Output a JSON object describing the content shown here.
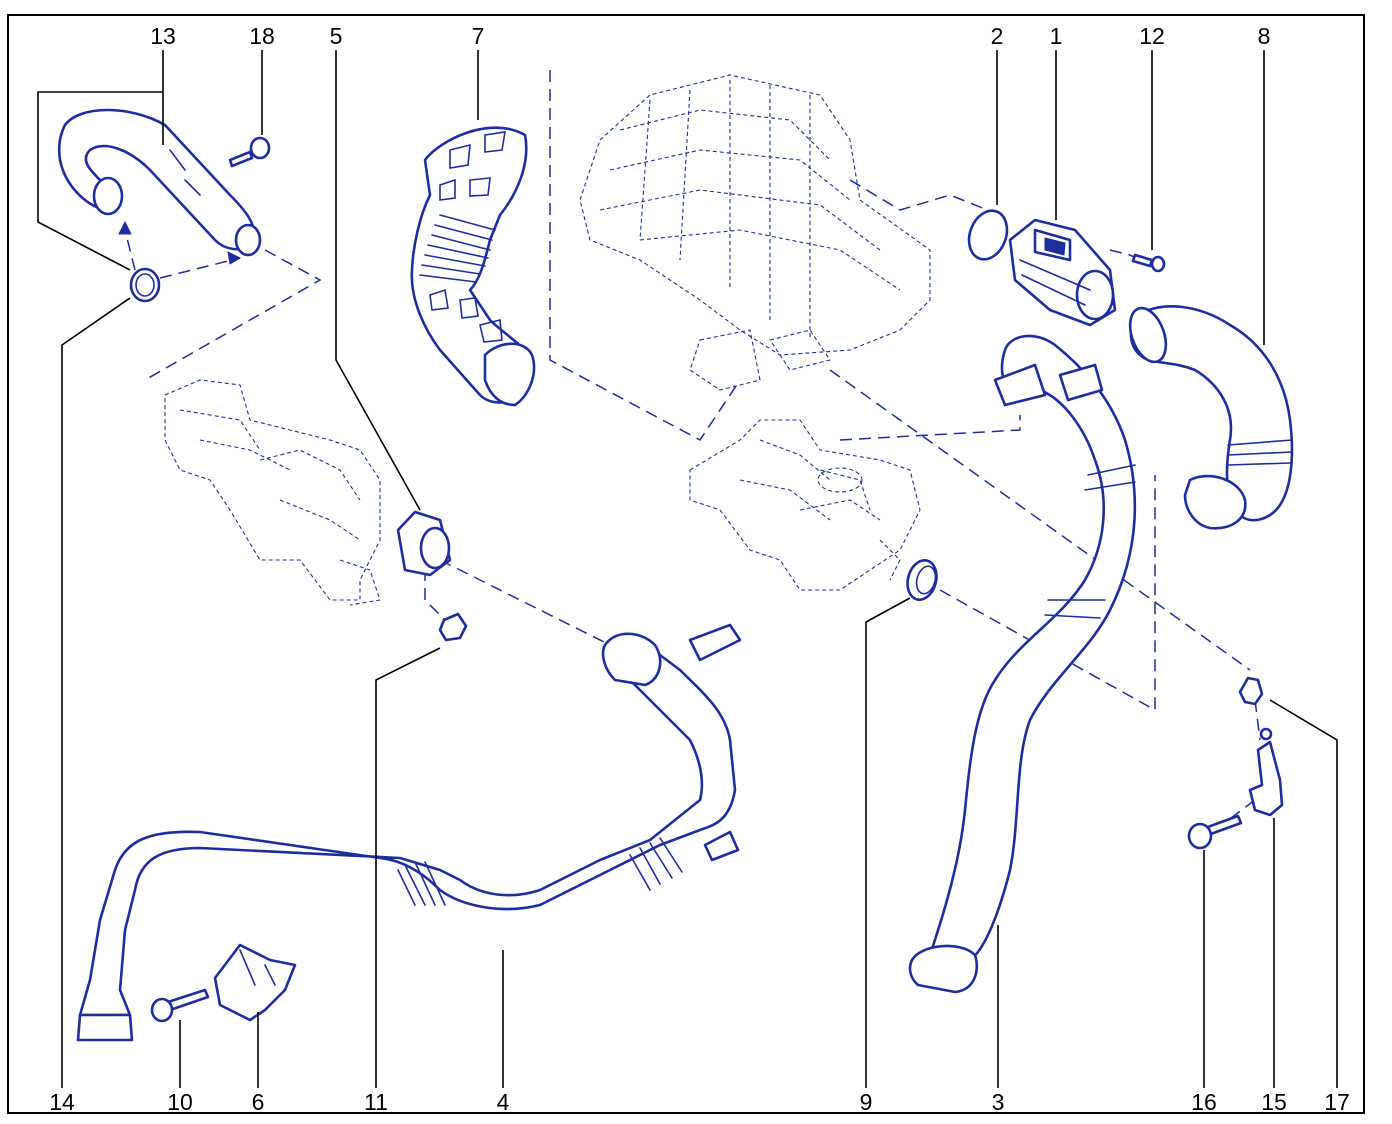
{
  "diagram": {
    "colors": {
      "parts": "#1e2d9c",
      "labels": "#000000",
      "frame": "#000000"
    },
    "callouts": [
      {
        "id": "c13",
        "text": "13"
      },
      {
        "id": "c18",
        "text": "18"
      },
      {
        "id": "c5",
        "text": "5"
      },
      {
        "id": "c7",
        "text": "7"
      },
      {
        "id": "c2",
        "text": "2"
      },
      {
        "id": "c1",
        "text": "1"
      },
      {
        "id": "c12",
        "text": "12"
      },
      {
        "id": "c8",
        "text": "8"
      },
      {
        "id": "c14",
        "text": "14"
      },
      {
        "id": "c10",
        "text": "10"
      },
      {
        "id": "c6",
        "text": "6"
      },
      {
        "id": "c11",
        "text": "11"
      },
      {
        "id": "c4",
        "text": "4"
      },
      {
        "id": "c9",
        "text": "9"
      },
      {
        "id": "c3",
        "text": "3"
      },
      {
        "id": "c16",
        "text": "16"
      },
      {
        "id": "c15",
        "text": "15"
      },
      {
        "id": "c17",
        "text": "17"
      }
    ]
  }
}
